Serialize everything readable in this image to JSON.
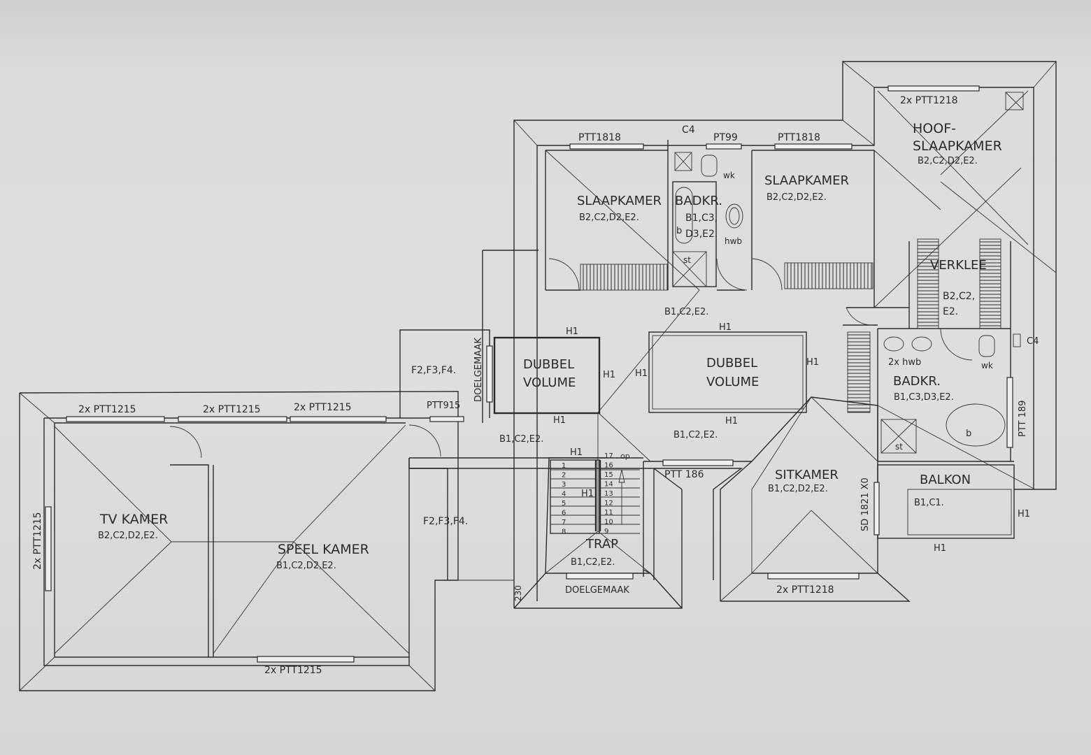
{
  "labels": {
    "ptt1818_a": "PTT1818",
    "c4_top": "C4",
    "pt99": "PT99",
    "ptt1818_b": "PTT1818",
    "ptt1218_top": "2x PTT1218",
    "hoof1": "HOOF-",
    "hoof2": "SLAAPKAMER",
    "hoof_codes": "B2,C2,D2,E2.",
    "slaap1": "SLAAPKAMER",
    "slaap1_codes": "B2,C2,D2,E2.",
    "badkr1": "BADKR.",
    "badkr1_codes1": "B1,C3,",
    "badkr1_codes2": "D3,E2.",
    "wk1": "wk",
    "hwb1": "hwb",
    "b1": "b",
    "st1": "st",
    "slaap2": "SLAAPKAMER",
    "slaap2_codes": "B2,C2,D2,E2.",
    "verklee": "VERKLEE",
    "verklee_codes1": "B2,C2,",
    "verklee_codes2": "E2.",
    "hall_codes": "B1,C2,E2.",
    "h1_a": "H1",
    "h1_b": "H1",
    "h1_c": "H1",
    "h1_d": "H1",
    "h1_e": "H1",
    "h1_f": "H1",
    "h1_g": "H1",
    "h1_h": "H1",
    "h1_i": "H1",
    "h1_j": "H1",
    "h1_k": "H1",
    "dv1_1": "DUBBEL",
    "dv1_2": "VOLUME",
    "dv2_1": "DUBBEL",
    "dv2_2": "VOLUME",
    "c4_right": "C4",
    "wk2": "wk",
    "hwb2": "2x hwb",
    "badkr2": "BADKR.",
    "badkr2_codes": "B1,C3,D3,E2.",
    "st2": "st",
    "b2": "b",
    "ptt189": "PTT 189",
    "doelgemaak_v": "DOELGEMAAK",
    "f_codes1": "F2,F3,F4.",
    "ptt915": "PTT915",
    "ptt1215_a": "2x PTT1215",
    "ptt1215_b": "2x PTT1215",
    "ptt1215_c": "2x PTT1215",
    "ptt1215_side": "2x PTT1215",
    "ptt1215_bottom": "2x PTT1215",
    "hall2_codes": "B1,C2,E2.",
    "hall3_codes": "B1,C2,E2.",
    "tv": "TV KAMER",
    "tv_codes": "B2,C2,D2,E2.",
    "speel": "SPEEL KAMER",
    "speel_codes": "B1,C2,D2,E2.",
    "f_codes2": "F2,F3,F4.",
    "ptt186": "PTT 186",
    "sitkamer": "SITKAMER",
    "sit_codes": "B1,C2,D2,E2.",
    "sd1821": "SD 1821 X0",
    "balkon": "BALKON",
    "balkon_codes": "B1,C1.",
    "trap": "TRAP",
    "trap_codes": "B1,C2,E2.",
    "op": "op",
    "doelgemaak_h": "DOELGEMAAK",
    "dim230": "230",
    "ptt1218_bottom": "2x PTT1218",
    "steps_left": [
      "1",
      "2",
      "3",
      "4",
      "5",
      "6",
      "7",
      "8"
    ],
    "steps_right": [
      "17",
      "16",
      "15",
      "14",
      "13",
      "12",
      "11",
      "10",
      "9"
    ]
  }
}
